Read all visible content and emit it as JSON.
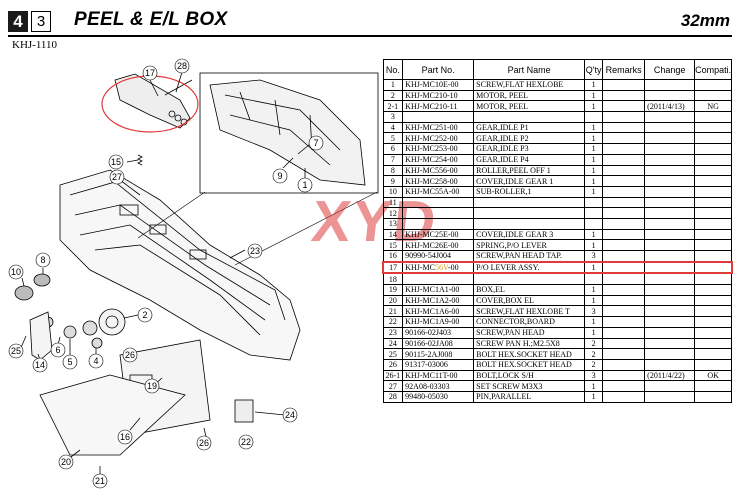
{
  "header": {
    "section_number": "4",
    "sub_number": "3",
    "title": "PEEL & E/L BOX",
    "size": "32mm",
    "model": "KHJ-1110"
  },
  "watermark": "XYD",
  "table": {
    "headers": [
      "No.",
      "Part No.",
      "Part Name",
      "Q'ty",
      "Remarks",
      "Change",
      "Compati."
    ],
    "rows": [
      {
        "no": "1",
        "part_no": "KHJ-MC10E-00",
        "name": "SCREW,FLAT HEXLOBE",
        "qty": "1",
        "remarks": "",
        "change": "",
        "compat": ""
      },
      {
        "no": "2",
        "part_no": "KHJ-MC210-10",
        "name": "MOTOR, PEEL",
        "qty": "1",
        "remarks": "",
        "change": "",
        "compat": ""
      },
      {
        "no": "2-1",
        "part_no": "KHJ-MC210-11",
        "name": "MOTOR, PEEL",
        "qty": "1",
        "remarks": "",
        "change": "(2011/4/13)",
        "compat": "NG"
      },
      {
        "no": "3",
        "part_no": "",
        "name": "",
        "qty": "",
        "remarks": "",
        "change": "",
        "compat": ""
      },
      {
        "no": "4",
        "part_no": "KHJ-MC251-00",
        "name": "GEAR,IDLE P1",
        "qty": "1",
        "remarks": "",
        "change": "",
        "compat": ""
      },
      {
        "no": "5",
        "part_no": "KHJ-MC252-00",
        "name": "GEAR,IDLE P2",
        "qty": "1",
        "remarks": "",
        "change": "",
        "compat": ""
      },
      {
        "no": "6",
        "part_no": "KHJ-MC253-00",
        "name": "GEAR,IDLE P3",
        "qty": "1",
        "remarks": "",
        "change": "",
        "compat": ""
      },
      {
        "no": "7",
        "part_no": "KHJ-MC254-00",
        "name": "GEAR,IDLE P4",
        "qty": "1",
        "remarks": "",
        "change": "",
        "compat": ""
      },
      {
        "no": "8",
        "part_no": "KHJ-MC556-00",
        "name": "ROLLER,PEEL OFF 1",
        "qty": "1",
        "remarks": "",
        "change": "",
        "compat": ""
      },
      {
        "no": "9",
        "part_no": "KHJ-MC258-00",
        "name": "COVER,IDLE GEAR 1",
        "qty": "1",
        "remarks": "",
        "change": "",
        "compat": ""
      },
      {
        "no": "10",
        "part_no": "KHJ-MC55A-00",
        "name": "SUB-ROLLER,1",
        "qty": "1",
        "remarks": "",
        "change": "",
        "compat": ""
      },
      {
        "no": "11",
        "part_no": "",
        "name": "",
        "qty": "",
        "remarks": "",
        "change": "",
        "compat": ""
      },
      {
        "no": "12",
        "part_no": "",
        "name": "",
        "qty": "",
        "remarks": "",
        "change": "",
        "compat": ""
      },
      {
        "no": "13",
        "part_no": "",
        "name": "",
        "qty": "",
        "remarks": "",
        "change": "",
        "compat": ""
      },
      {
        "no": "14",
        "part_no": "KHJ-MC25E-00",
        "name": "COVER,IDLE GEAR 3",
        "qty": "1",
        "remarks": "",
        "change": "",
        "compat": ""
      },
      {
        "no": "15",
        "part_no": "KHJ-MC26E-00",
        "name": "SPRING,P/O LEVER",
        "qty": "1",
        "remarks": "",
        "change": "",
        "compat": ""
      },
      {
        "no": "16",
        "part_no": "90990-54J004",
        "name": "SCREW,PAN HEAD TAP.",
        "qty": "3",
        "remarks": "",
        "change": "",
        "compat": ""
      },
      {
        "no": "17",
        "part_no_a": "KHJ-MC",
        "part_no_b": "56V",
        "part_no_c": "-00",
        "name": "P/O LEVER ASSY.",
        "qty": "1",
        "remarks": "",
        "change": "",
        "compat": ""
      },
      {
        "no": "18",
        "part_no": "",
        "name": "",
        "qty": "",
        "remarks": "",
        "change": "",
        "compat": ""
      },
      {
        "no": "19",
        "part_no": "KHJ-MC1A1-00",
        "name": "BOX,EL",
        "qty": "1",
        "remarks": "",
        "change": "",
        "compat": ""
      },
      {
        "no": "20",
        "part_no": "KHJ-MC1A2-00",
        "name": "COVER,BOX EL",
        "qty": "1",
        "remarks": "",
        "change": "",
        "compat": ""
      },
      {
        "no": "21",
        "part_no": "KHJ-MC1A6-00",
        "name": "SCREW,FLAT HEXLOBE T",
        "qty": "3",
        "remarks": "",
        "change": "",
        "compat": ""
      },
      {
        "no": "22",
        "part_no": "KHJ-MC1A9-00",
        "name": "CONNECTOR,BOARD",
        "qty": "1",
        "remarks": "",
        "change": "",
        "compat": ""
      },
      {
        "no": "23",
        "part_no": "90166-02J403",
        "name": "SCREW,PAN HEAD",
        "qty": "1",
        "remarks": "",
        "change": "",
        "compat": ""
      },
      {
        "no": "24",
        "part_no": "90166-02JA08",
        "name": "SCREW PAN H.;M2.5X8",
        "qty": "2",
        "remarks": "",
        "change": "",
        "compat": ""
      },
      {
        "no": "25",
        "part_no": "90115-2AJ008",
        "name": "BOLT HEX.SOCKET HEAD",
        "qty": "2",
        "remarks": "",
        "change": "",
        "compat": ""
      },
      {
        "no": "26",
        "part_no": "91317-03006",
        "name": "BOLT HEX.SOCKET HEAD",
        "qty": "2",
        "remarks": "",
        "change": "",
        "compat": ""
      },
      {
        "no": "26-1",
        "part_no": "KHJ-MC11T-00",
        "name": "BOLT,LOCK S/H",
        "qty": "3",
        "remarks": "",
        "change": "(2011/4/22)",
        "compat": "OK"
      },
      {
        "no": "27",
        "part_no": "92A08-03303",
        "name": "SET SCREW  M3X3",
        "qty": "1",
        "remarks": "",
        "change": "",
        "compat": ""
      },
      {
        "no": "28",
        "part_no": "99480-05030",
        "name": "PIN,PARALLEL",
        "qty": "1",
        "remarks": "",
        "change": "",
        "compat": ""
      }
    ]
  },
  "callouts": [
    "1",
    "2",
    "4",
    "5",
    "6",
    "7",
    "8",
    "9",
    "10",
    "14",
    "15",
    "16",
    "17",
    "19",
    "20",
    "21",
    "22",
    "23",
    "24",
    "25",
    "26",
    "26",
    "27",
    "28"
  ],
  "colors": {
    "highlight_row": "#e03a3a",
    "highlight_text": "#d4a017",
    "watermark": "#dc3c3c"
  }
}
